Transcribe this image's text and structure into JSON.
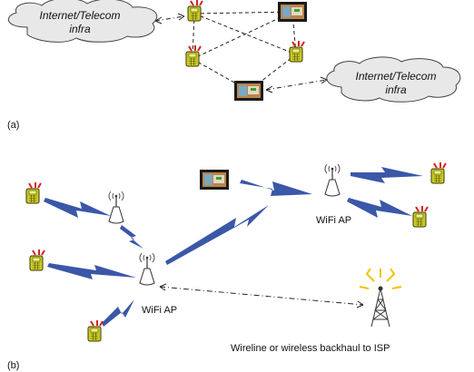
{
  "panel_a": {
    "label": "(a)",
    "cloud_left": {
      "line1": "Internet/Telecom",
      "line2": "infra"
    },
    "cloud_right": {
      "line1": "Internet/Telecom",
      "line2": "infra"
    }
  },
  "panel_b": {
    "label": "(b)",
    "ap_right_label": "WiFi AP",
    "ap_center_label": "WiFi AP",
    "backhaul_label": "Wireline or wireless backhaul to ISP"
  },
  "colors": {
    "cloud_fill": "#e8e8e8",
    "link_blue": "#3a57a8",
    "tower_rays": "#f2c200",
    "phone_body": "#c9c92a",
    "phone_signal": "#d62020",
    "laptop_frame": "#1a1a1a"
  }
}
